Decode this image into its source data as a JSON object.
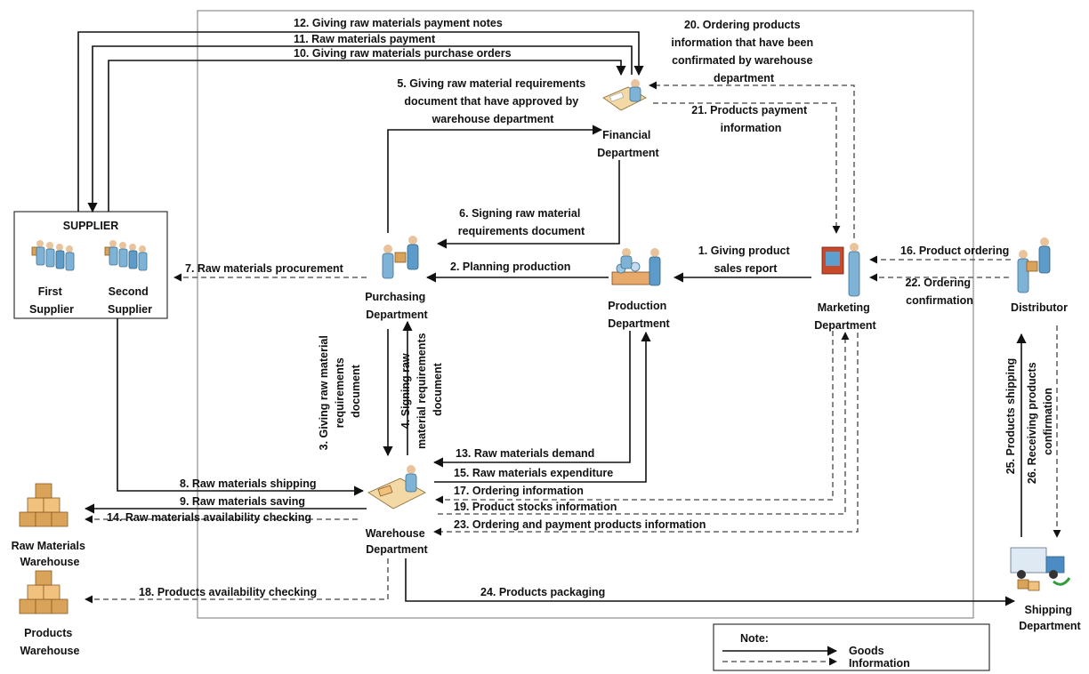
{
  "nodes": {
    "supplier": "SUPPLIER",
    "first_supplier": [
      "First",
      "Supplier"
    ],
    "second_supplier": [
      "Second",
      "Supplier"
    ],
    "financial": [
      "Financial",
      "Department"
    ],
    "purchasing": [
      "Purchasing",
      "Department"
    ],
    "production": [
      "Production",
      "Department"
    ],
    "marketing": [
      "Marketing",
      "Department"
    ],
    "distributor": "Distributor",
    "warehouse": [
      "Warehouse",
      "Department"
    ],
    "raw_warehouse": [
      "Raw Materials",
      "Warehouse"
    ],
    "products_warehouse": [
      "Products",
      "Warehouse"
    ],
    "shipping": [
      "Shipping",
      "Department"
    ]
  },
  "flows": {
    "f1": [
      "1.  Giving product",
      "sales report"
    ],
    "f2": "2.  Planning production",
    "f3": [
      "3. Giving raw material",
      "requirements",
      "document"
    ],
    "f4": [
      "4. Signing raw",
      "material requirements",
      "document"
    ],
    "f5": [
      "5. Giving raw material requirements",
      "document that have approved by",
      "warehouse department"
    ],
    "f6": [
      "6.  Signing raw material",
      "requirements document"
    ],
    "f7": "7.  Raw materials procurement",
    "f8": "8.  Raw materials shipping",
    "f9": "9.  Raw materials saving",
    "f10": "10.  Giving raw materials purchase orders",
    "f11": "11.  Raw materials payment",
    "f12": "12.  Giving raw materials payment notes",
    "f13": "13.  Raw materials demand",
    "f14": "14.  Raw materials availability checking",
    "f15": "15.  Raw materials expenditure",
    "f16": "16.  Product ordering",
    "f17": "17.  Ordering information",
    "f18": "18.  Products availability checking",
    "f19": "19.  Product stocks information",
    "f20": [
      "20.  Ordering products",
      "information that have been",
      "confirmated by warehouse",
      "department"
    ],
    "f21": [
      "21.  Products payment",
      "information"
    ],
    "f22": [
      "22.  Ordering",
      "confirmation"
    ],
    "f23": "23.  Ordering and payment products information",
    "f24": "24.  Products packaging",
    "f25": "25. Products shipping",
    "f26": [
      "26. Receiving products",
      "confirmation"
    ]
  },
  "legend": {
    "title": "Note:",
    "goods": "Goods",
    "information": "Information"
  }
}
